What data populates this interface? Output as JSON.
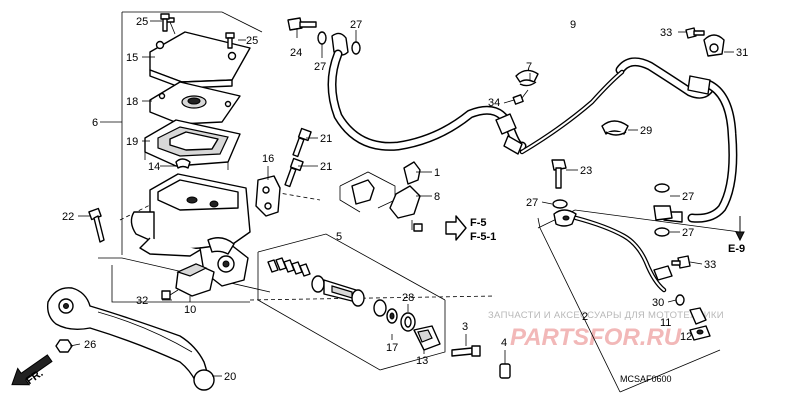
{
  "diagram": {
    "code": "MCSAF0600",
    "watermark": {
      "text": "ЗАПЧАСТИ И АКСЕССУАРЫ ДЛЯ МОТОТЕХНИКИ",
      "logo": "PARTSFOR.RU"
    },
    "direction": {
      "label": "FR."
    },
    "references": {
      "f5": "F-5",
      "f51": "F-5-1",
      "e9": "E-9"
    },
    "callouts": [
      {
        "id": "c25a",
        "text": "25"
      },
      {
        "id": "c25b",
        "text": "25"
      },
      {
        "id": "c15",
        "text": "15"
      },
      {
        "id": "c18",
        "text": "18"
      },
      {
        "id": "c19",
        "text": "19"
      },
      {
        "id": "c6",
        "text": "6"
      },
      {
        "id": "c14",
        "text": "14"
      },
      {
        "id": "c22",
        "text": "22"
      },
      {
        "id": "c24",
        "text": "24"
      },
      {
        "id": "c27a",
        "text": "27"
      },
      {
        "id": "c27b",
        "text": "27"
      },
      {
        "id": "c21a",
        "text": "21"
      },
      {
        "id": "c21b",
        "text": "21"
      },
      {
        "id": "c16",
        "text": "16"
      },
      {
        "id": "c1",
        "text": "1"
      },
      {
        "id": "c8",
        "text": "8"
      },
      {
        "id": "c5",
        "text": "5"
      },
      {
        "id": "c32",
        "text": "32"
      },
      {
        "id": "c10",
        "text": "10"
      },
      {
        "id": "c26",
        "text": "26"
      },
      {
        "id": "c20",
        "text": "20"
      },
      {
        "id": "c28",
        "text": "28"
      },
      {
        "id": "c17",
        "text": "17"
      },
      {
        "id": "c13",
        "text": "13"
      },
      {
        "id": "c3",
        "text": "3"
      },
      {
        "id": "c4",
        "text": "4"
      },
      {
        "id": "c9",
        "text": "9"
      },
      {
        "id": "c7",
        "text": "7"
      },
      {
        "id": "c34",
        "text": "34"
      },
      {
        "id": "c33a",
        "text": "33"
      },
      {
        "id": "c31",
        "text": "31"
      },
      {
        "id": "c29",
        "text": "29"
      },
      {
        "id": "c23",
        "text": "23"
      },
      {
        "id": "c27c",
        "text": "27"
      },
      {
        "id": "c27d",
        "text": "27"
      },
      {
        "id": "c27e",
        "text": "27"
      },
      {
        "id": "c2",
        "text": "2"
      },
      {
        "id": "c33b",
        "text": "33"
      },
      {
        "id": "c30",
        "text": "30"
      },
      {
        "id": "c11",
        "text": "11"
      },
      {
        "id": "c12",
        "text": "12"
      }
    ]
  }
}
